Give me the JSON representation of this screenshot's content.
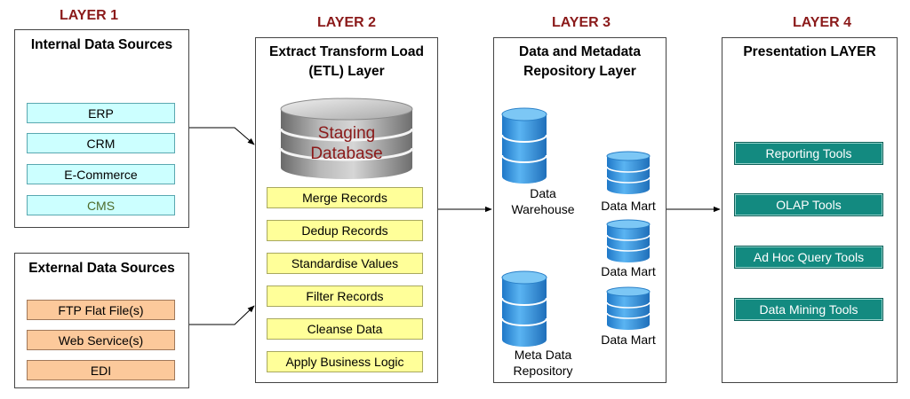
{
  "colors": {
    "layer_title": "#8b1a1a",
    "cyan_box": "#ccffff",
    "orange_box": "#fcc99b",
    "yellow_box": "#ffff99",
    "teal_box": "#138a80",
    "db_blue": "#3a9be0",
    "staging_grey": "#888888",
    "staging_text": "#8b1a1a"
  },
  "layer1": {
    "title": "LAYER 1",
    "internal": {
      "title": "Internal  Data Sources",
      "items": [
        "ERP",
        "CRM",
        "E-Commerce",
        "CMS"
      ]
    },
    "external": {
      "title": "External Data Sources",
      "items": [
        "FTP Flat File(s)",
        "Web Service(s)",
        "EDI"
      ]
    }
  },
  "layer2": {
    "title": "LAYER 2",
    "panel_title_1": "Extract Transform Load",
    "panel_title_2": "(ETL) Layer",
    "staging_1": "Staging",
    "staging_2": "Database",
    "steps": [
      "Merge Records",
      "Dedup Records",
      "Standardise Values",
      "Filter Records",
      "Cleanse Data",
      "Apply Business Logic"
    ]
  },
  "layer3": {
    "title": "LAYER 3",
    "panel_title_1": "Data and Metadata",
    "panel_title_2": "Repository Layer",
    "warehouse_1": "Data",
    "warehouse_2": "Warehouse",
    "meta_1": "Meta Data",
    "meta_2": "Repository",
    "marts": [
      "Data Mart",
      "Data Mart",
      "Data Mart"
    ]
  },
  "layer4": {
    "title": "LAYER 4",
    "panel_title": "Presentation LAYER",
    "tools": [
      "Reporting Tools",
      "OLAP Tools",
      "Ad Hoc Query Tools",
      "Data Mining Tools"
    ]
  }
}
